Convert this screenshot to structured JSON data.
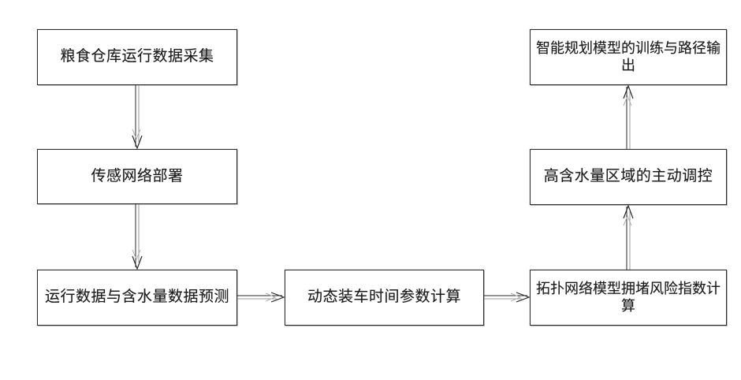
{
  "diagram": {
    "background_color": "#ffffff",
    "ink_color": "#2a2a2a",
    "nodes": [
      {
        "id": "box1",
        "label": "粮食仓库运行数据采集"
      },
      {
        "id": "box2",
        "label": "传感网络部署"
      },
      {
        "id": "box3",
        "label": "运行数据与含水量数据预测"
      },
      {
        "id": "box4",
        "label": "动态装车时间参数计算"
      },
      {
        "id": "box5",
        "label": "拓扑网络模型拥堵风险指数计算"
      },
      {
        "id": "box6",
        "label": "高含水量区域的主动调控"
      },
      {
        "id": "box7",
        "label": "智能规划模型的训练与路径输出"
      }
    ],
    "edges": [
      {
        "from": "粮食仓库运行数据采集",
        "to": "传感网络部署",
        "direction": "down"
      },
      {
        "from": "传感网络部署",
        "to": "运行数据与含水量数据预测",
        "direction": "down"
      },
      {
        "from": "运行数据与含水量数据预测",
        "to": "动态装车时间参数计算",
        "direction": "right"
      },
      {
        "from": "动态装车时间参数计算",
        "to": "拓扑网络模型拥堵风险指数计算",
        "direction": "right"
      },
      {
        "from": "拓扑网络模型拥堵风险指数计算",
        "to": "高含水量区域的主动调控",
        "direction": "up"
      },
      {
        "from": "高含水量区域的主动调控",
        "to": "智能规划模型的训练与路径输出",
        "direction": "up"
      }
    ]
  }
}
